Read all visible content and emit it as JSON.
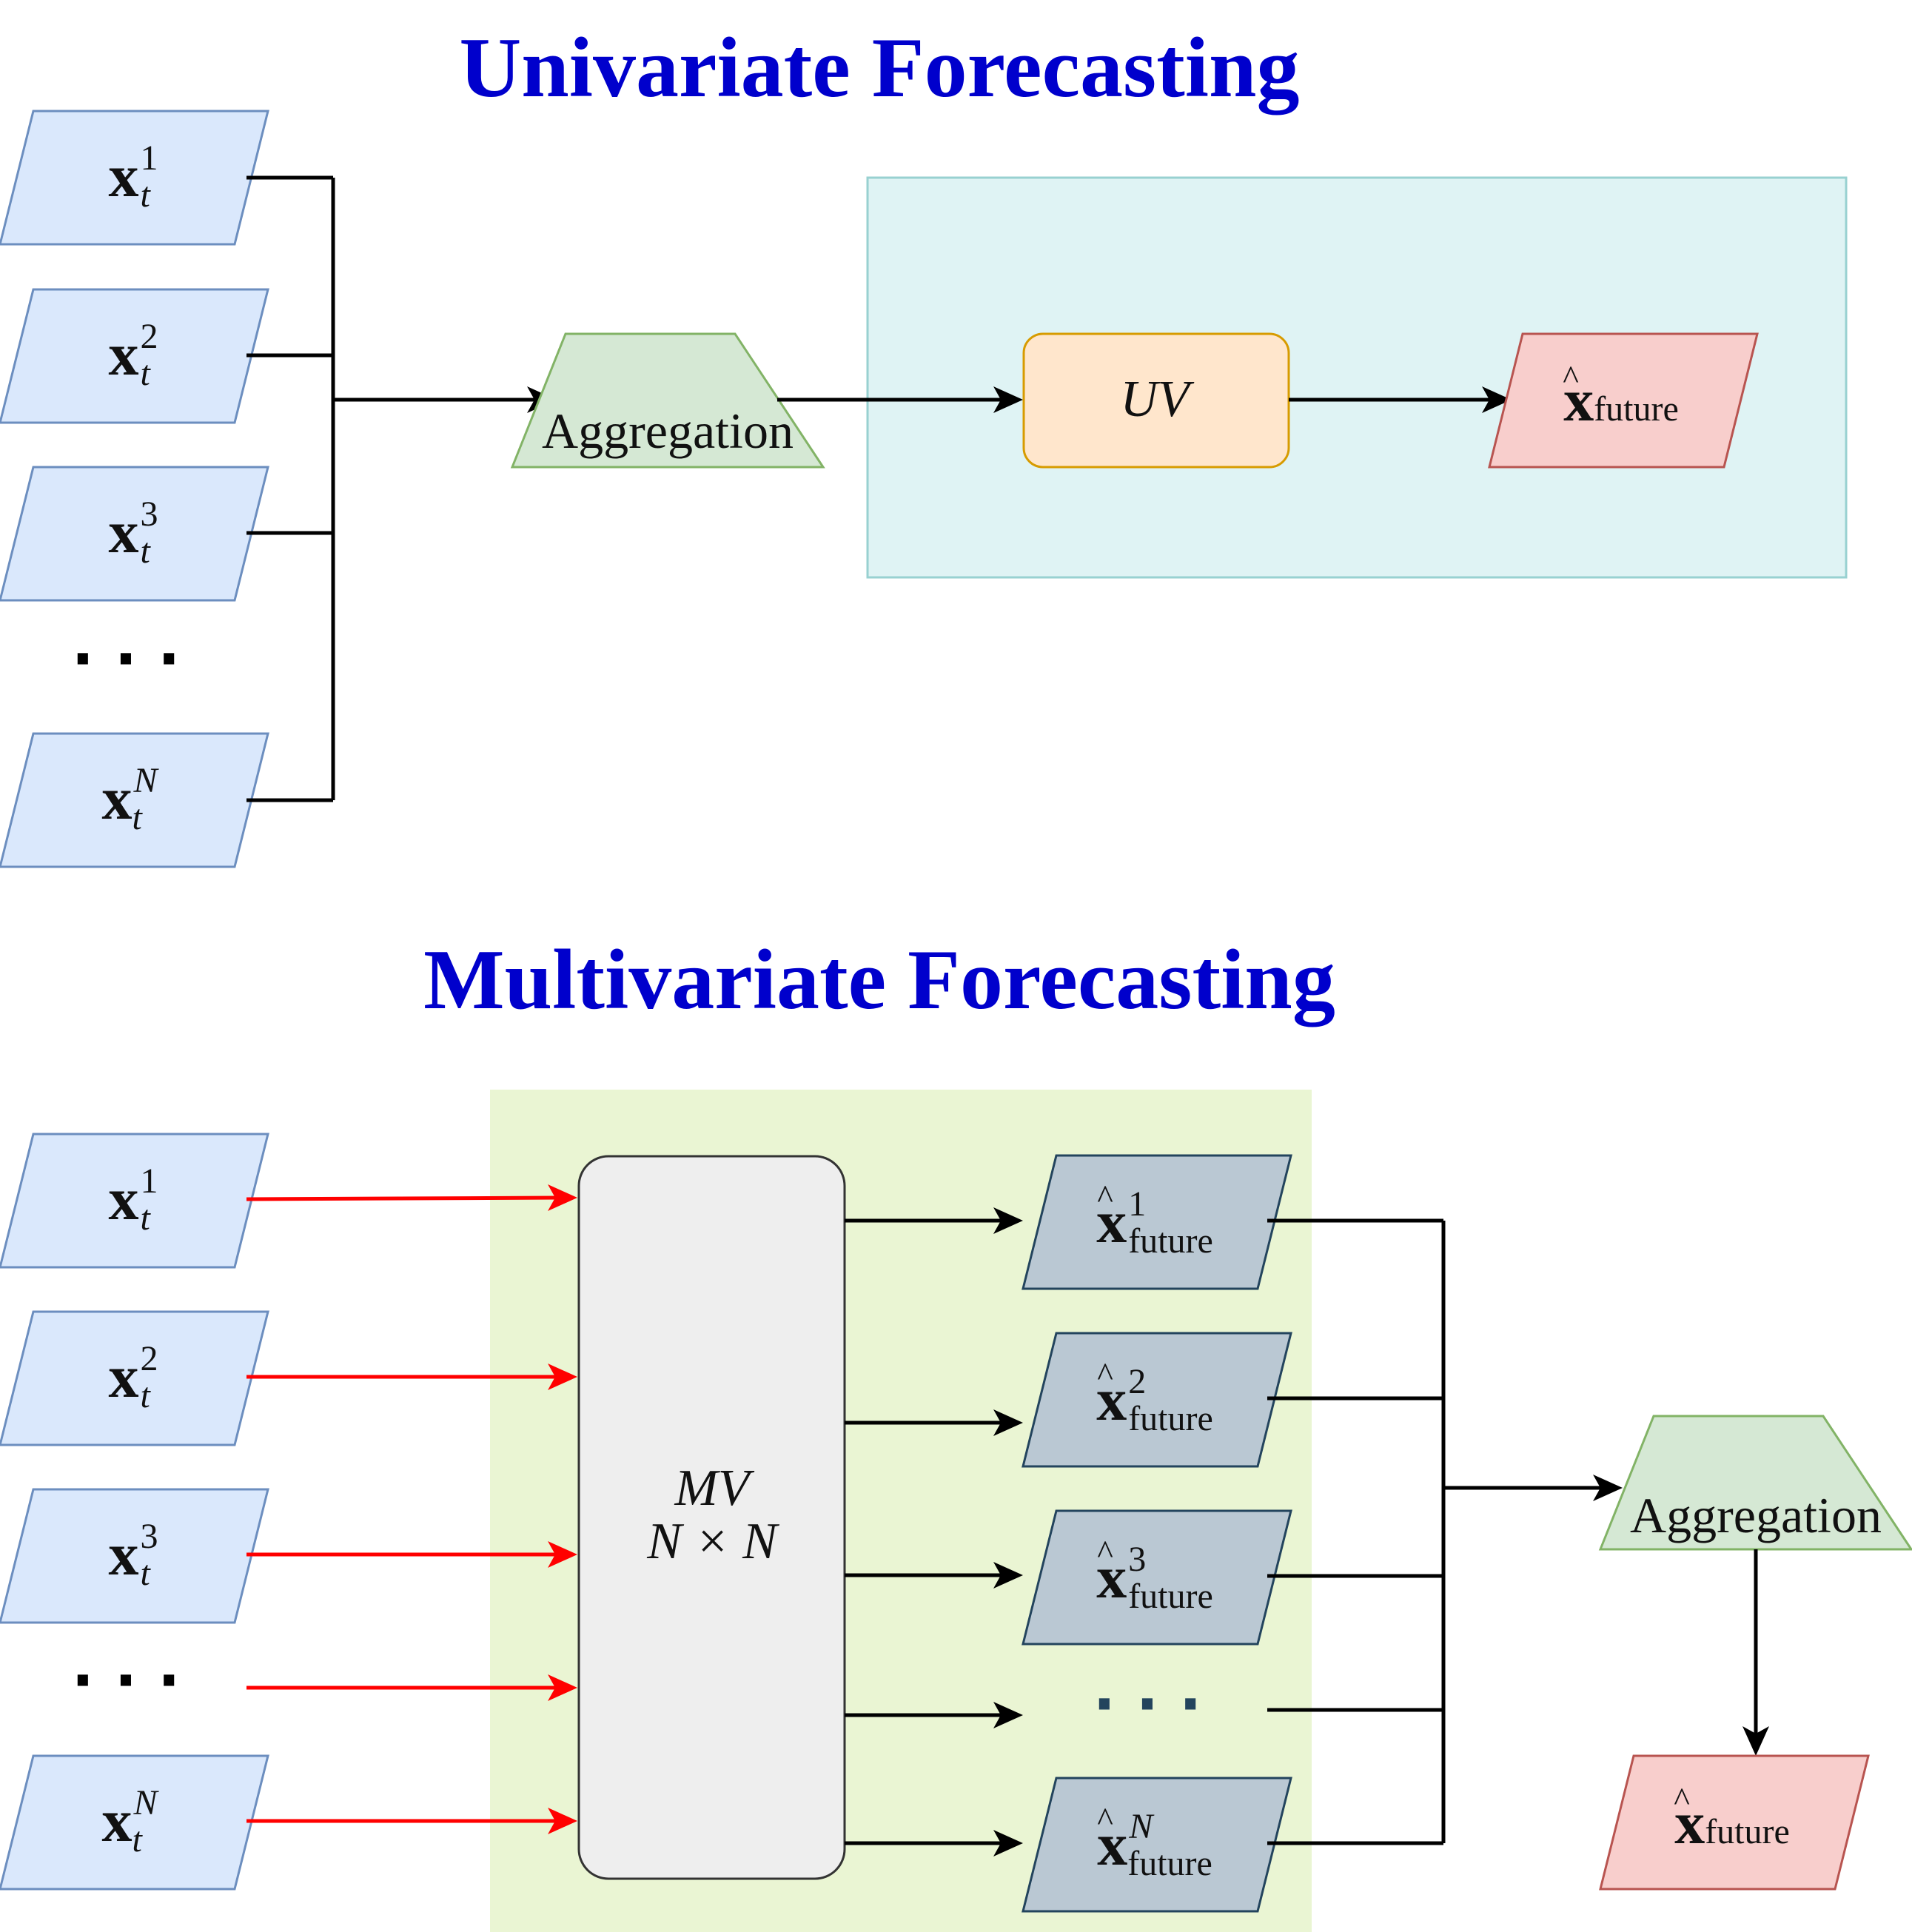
{
  "titles": {
    "univariate": "Univariate Forecasting",
    "multivariate": "Multivariate Forecasting"
  },
  "symbols": {
    "x": "x",
    "t": "t",
    "x_hat": "x",
    "hat": "^",
    "future": "future",
    "ellipsis": "· · ·"
  },
  "inputs": [
    {
      "superscript": "1"
    },
    {
      "superscript": "2"
    },
    {
      "superscript": "3"
    },
    {
      "superscript": "N"
    }
  ],
  "forecasts": [
    {
      "superscript": "1"
    },
    {
      "superscript": "2"
    },
    {
      "superscript": "3"
    },
    {
      "superscript": "N"
    }
  ],
  "univariate": {
    "aggregation_label": "Aggregation",
    "model_label": "UV"
  },
  "multivariate": {
    "model_line1": "MV",
    "model_line2": "N × N",
    "aggregation_label": "Aggregation"
  },
  "colors": {
    "title": "#0000cc",
    "input_fill": "#dae8fc",
    "input_stroke": "#6c8ebf",
    "aggregation_fill": "#d5e8d4",
    "aggregation_stroke": "#82b366",
    "uv_fill": "#ffe6cc",
    "uv_stroke": "#d79b00",
    "output_fill": "#f8cecc",
    "output_stroke": "#b85450",
    "uv_region_fill": "#dff3f4",
    "uv_region_stroke": "#98d1d1",
    "mv_region_fill": "#eaf5d3",
    "mv_fill": "#eeeeee",
    "mv_stroke": "#333333",
    "forecast_fill": "#bac8d3",
    "forecast_stroke": "#23445d",
    "red_arrow": "#ff0000"
  }
}
